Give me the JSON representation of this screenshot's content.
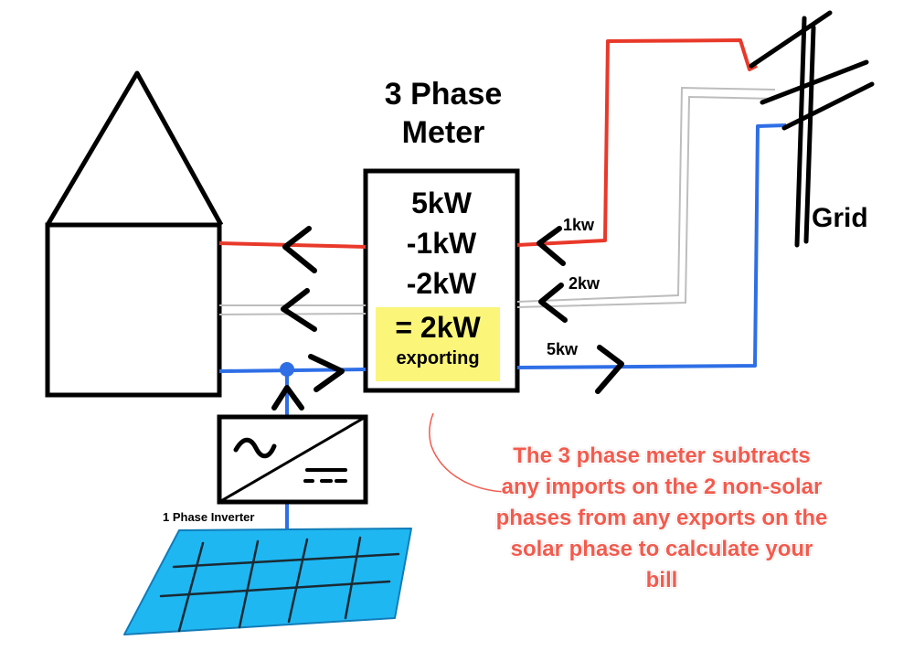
{
  "meter": {
    "title_line1": "3 Phase",
    "title_line2": "Meter",
    "readings": [
      "5kW",
      "-1kW",
      "-2kW"
    ],
    "total": "= 2kW",
    "total_sub": "exporting"
  },
  "phases": [
    {
      "flow": "1kw",
      "color": "#e8392a"
    },
    {
      "flow": "2kw",
      "color": "#c8c8c8"
    },
    {
      "flow": "5kw",
      "color": "#2f6fe6"
    }
  ],
  "grid_label": "Grid",
  "inverter_label": "1 Phase Inverter",
  "note": "The 3 phase meter subtracts any imports on the 2 non-solar phases from any exports on the solar phase to calculate your bill",
  "colors": {
    "highlight": "#fbf67a",
    "note_text": "#f25b4e",
    "solar_panel": "#1fb7f2"
  }
}
